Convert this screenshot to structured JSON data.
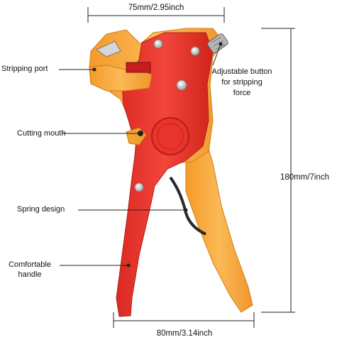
{
  "dimensions": {
    "top": "75mm/2.95inch",
    "bottom": "80mm/3.14inch",
    "right": "180mm/7inch"
  },
  "callouts": {
    "stripping_port": "Stripping port",
    "cutting_mouth": "Cutting mouth",
    "spring_design": "Spring design",
    "comfortable_handle_line1": "Comfortable",
    "comfortable_handle_line2": "handle",
    "adjustable_line1": "Adjustable button",
    "adjustable_line2": "for stripping",
    "adjustable_line3": "force"
  },
  "colors": {
    "red_body": "#e8342b",
    "orange_body": "#f7a536",
    "dark_steel": "#3a3a3a",
    "rivet": "#d9d9d9"
  }
}
